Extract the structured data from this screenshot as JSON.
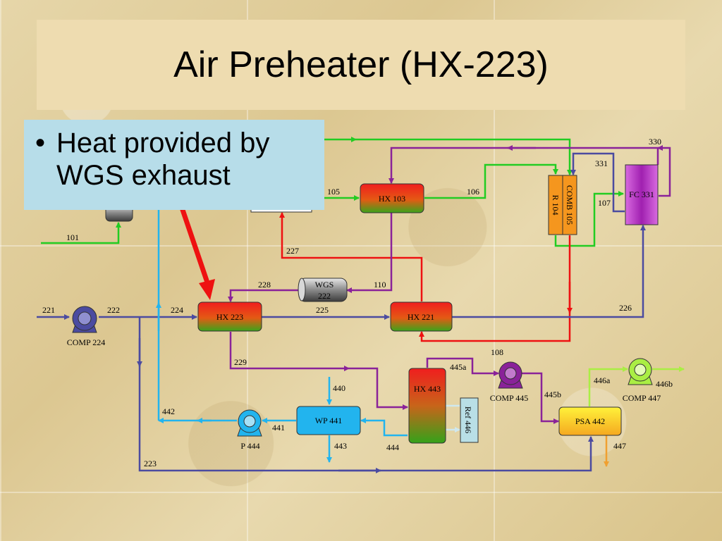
{
  "slide": {
    "title": "Air Preheater (HX-223)",
    "bullet": "Heat provided by WGS exhaust"
  },
  "units": {
    "hx103": "HX 103",
    "hx223": "HX 223",
    "hx221": "HX 221",
    "hx443": "HX 443",
    "wgs222": [
      "WGS",
      "222"
    ],
    "comb105": [
      "COMB 105",
      "R 104"
    ],
    "fc331": "FC 331",
    "ref446": "Ref 446",
    "wp441": "WP 441",
    "psa442": "PSA 442",
    "comp224": "COMP 224",
    "comp445": "COMP 445",
    "comp447": "COMP 447",
    "p444": "P 444"
  },
  "streams": {
    "s101": "101",
    "s105": "105",
    "s106": "106",
    "s107": "107",
    "s108": "108",
    "s110": "110",
    "s221": "221",
    "s222": "222",
    "s223": "223",
    "s224": "224",
    "s225": "225",
    "s226": "226",
    "s227": "227",
    "s228": "228",
    "s229": "229",
    "s330": "330",
    "s331": "331",
    "s440": "440",
    "s441": "441",
    "s442": "442",
    "s443": "443",
    "s444": "444",
    "s445a": "445a",
    "s445b": "445b",
    "s446a": "446a",
    "s446b": "446b",
    "s447": "447"
  },
  "colors": {
    "air": "#4b4ba0",
    "fuel": "#22cc22",
    "exhaust": "#ee1111",
    "flue": "#8a2299",
    "water": "#22b4ee",
    "hydrogen": "#aaee44",
    "offgas": "#f0a030",
    "coolant": "#cfe8ee",
    "arrow": "#ee1111"
  }
}
